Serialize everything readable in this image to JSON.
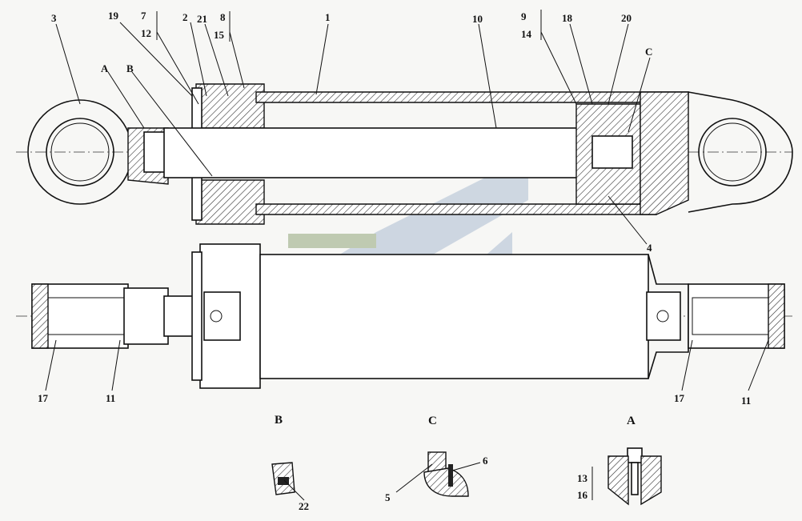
{
  "views": {
    "detail_b": "B",
    "detail_c": "C",
    "detail_a": "A"
  },
  "callouts": {
    "c1": "1",
    "c2": "2",
    "c3": "3",
    "c4": "4",
    "c5": "5",
    "c6": "6",
    "c7": "7",
    "c8": "8",
    "c9": "9",
    "c10": "10",
    "c11a": "11",
    "c11b": "11",
    "c12": "12",
    "c13": "13",
    "c14": "14",
    "c15": "15",
    "c16": "16",
    "c17a": "17",
    "c17b": "17",
    "c18": "18",
    "c19": "19",
    "c20": "20",
    "c21": "21",
    "c22": "22",
    "ref_a": "A",
    "ref_b": "B",
    "ref_c": "C"
  },
  "colors": {
    "watermark_blue": "#c9d3df",
    "watermark_green": "#b9c6aa",
    "line": "#111111"
  }
}
